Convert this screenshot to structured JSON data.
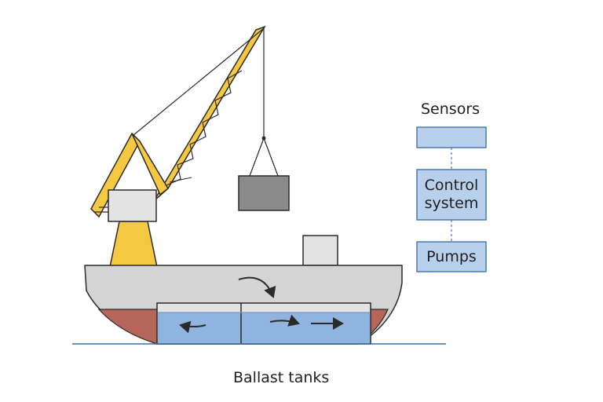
{
  "labels": {
    "sensors": "Sensors",
    "control_line1": "Control",
    "control_line2": "system",
    "pumps": "Pumps",
    "ballast_tanks": "Ballast tanks"
  },
  "colors": {
    "crane_yellow": "#f5c842",
    "hull_gray": "#d4d4d4",
    "hull_red": "#b5655a",
    "water_blue": "#8fb4e0",
    "box_blue": "#b8d0ec",
    "box_border": "#4a7ab0",
    "load_gray": "#8a8a8a",
    "cabin_gray": "#e3e3e3",
    "outline": "#2b2b2b",
    "sea_line": "#3d6fa8"
  }
}
